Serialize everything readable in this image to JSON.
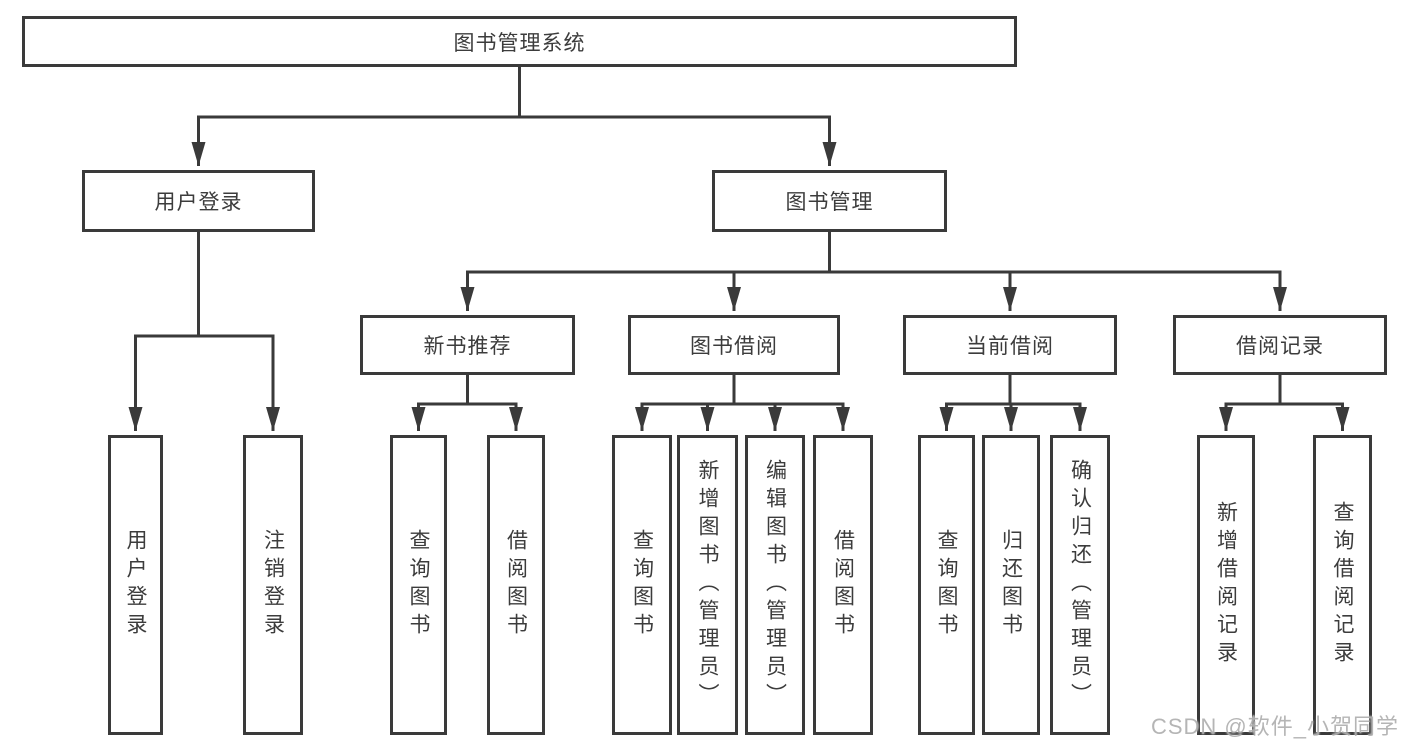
{
  "tree": {
    "root": {
      "label": "图书管理系统"
    },
    "level2": [
      {
        "label": "用户登录",
        "leaves": [
          {
            "label": "用户登录"
          },
          {
            "label": "注销登录"
          }
        ]
      },
      {
        "label": "图书管理",
        "children": [
          {
            "label": "新书推荐",
            "leaves": [
              {
                "label": "查询图书"
              },
              {
                "label": "借阅图书"
              }
            ]
          },
          {
            "label": "图书借阅",
            "leaves": [
              {
                "label": "查询图书"
              },
              {
                "label": "新增图书（管理员）"
              },
              {
                "label": "编辑图书（管理员）"
              },
              {
                "label": "借阅图书"
              }
            ]
          },
          {
            "label": "当前借阅",
            "leaves": [
              {
                "label": "查询图书"
              },
              {
                "label": "归还图书"
              },
              {
                "label": "确认归还（管理员）"
              }
            ]
          },
          {
            "label": "借阅记录",
            "leaves": [
              {
                "label": "新增借阅记录"
              },
              {
                "label": "查询借阅记录"
              }
            ]
          }
        ]
      }
    ]
  },
  "watermark": {
    "text": "CSDN @软件_小贺同学"
  },
  "colors": {
    "line": "#3a3a3a",
    "text": "#3c3c3c",
    "background": "#ffffff",
    "watermark": "#a8a8a8"
  }
}
